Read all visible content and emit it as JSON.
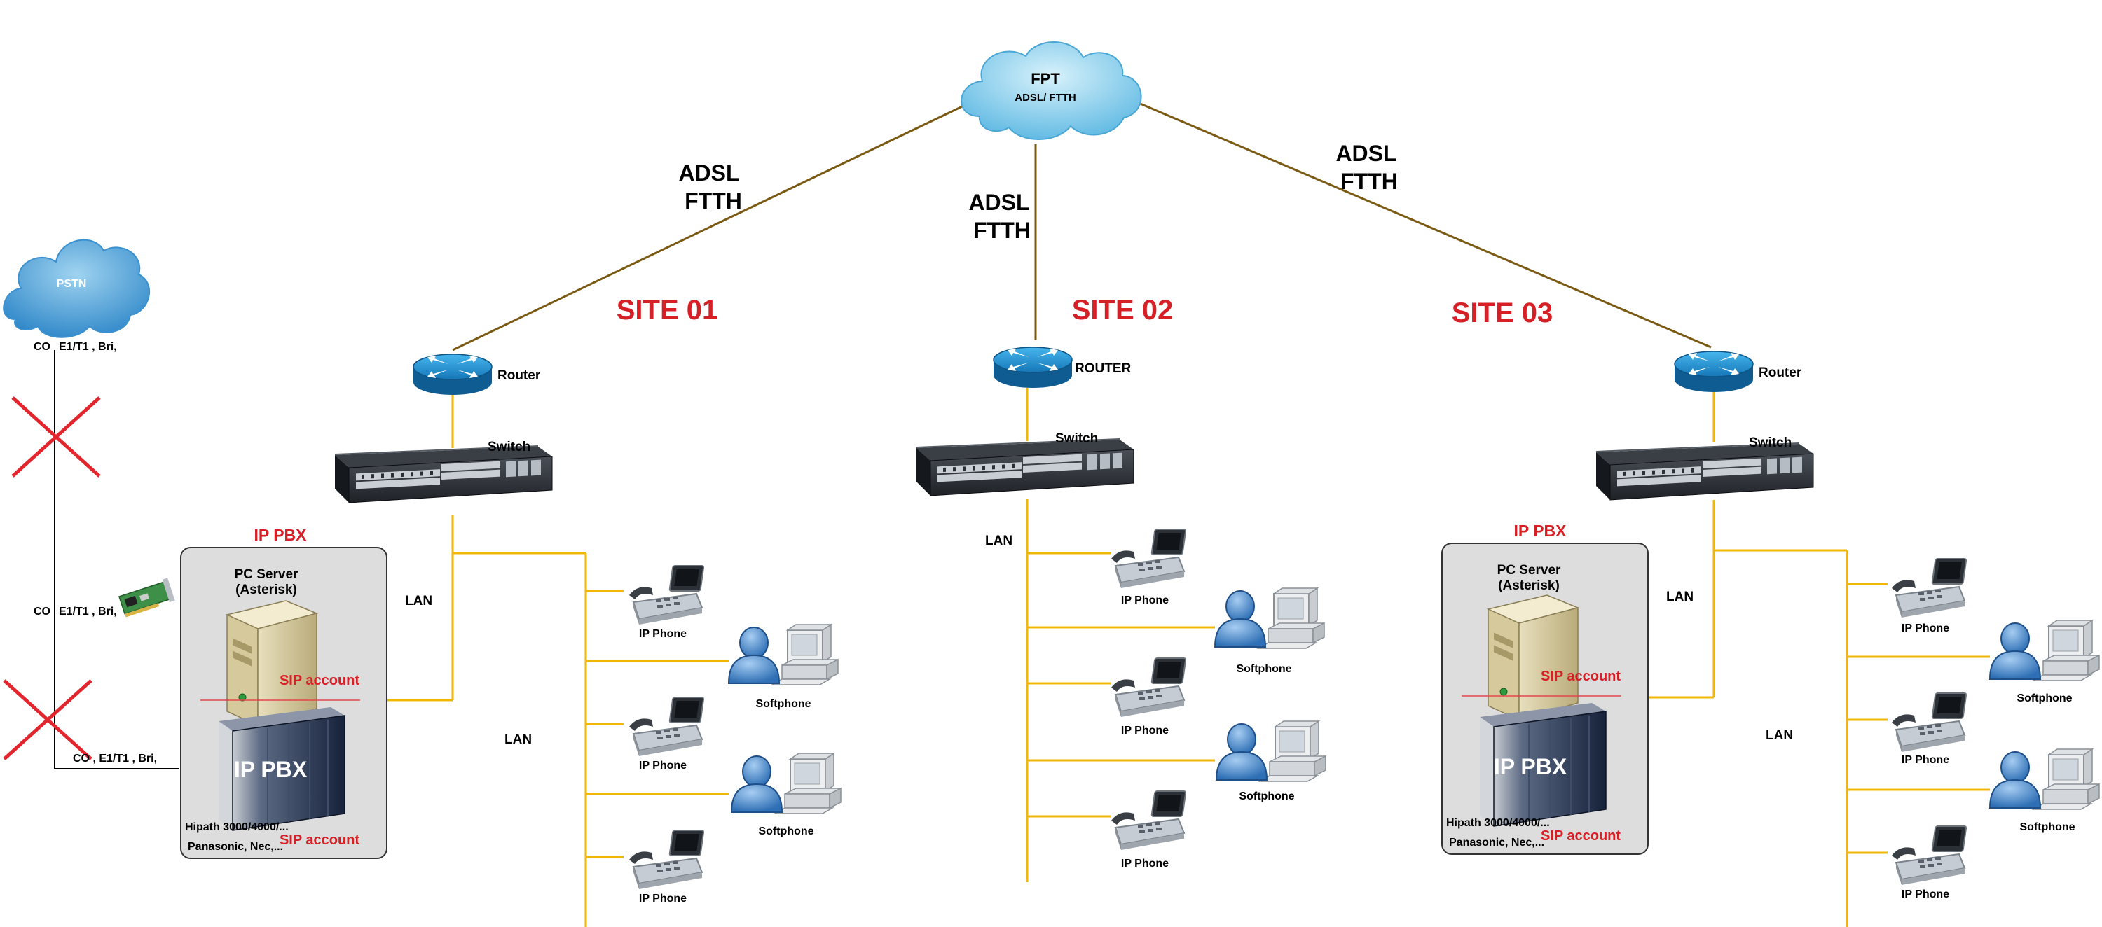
{
  "cloud_main": {
    "title": "FPT",
    "subtitle": "ADSL/ FTTH"
  },
  "cloud_pstn": {
    "label": "PSTN"
  },
  "links": {
    "left": [
      "ADSL",
      "FTTH"
    ],
    "center": [
      "ADSL",
      "FTTH"
    ],
    "right": [
      "ADSL",
      "FTTH"
    ]
  },
  "sites": [
    {
      "title": "SITE 01",
      "router_label": "Router",
      "switch_label": "Switch"
    },
    {
      "title": "SITE 02",
      "router_label": "ROUTER",
      "switch_label": "Switch"
    },
    {
      "title": "SITE 03",
      "router_label": "Router",
      "switch_label": "Switch"
    }
  ],
  "pstn_lines": {
    "top": {
      "co": "CO",
      "trunk": "E1/T1 , Bri,"
    },
    "middle": {
      "co": "CO",
      "trunk": "E1/T1 , Bri,"
    },
    "bottom": {
      "text": "CO , E1/T1 , Bri,"
    }
  },
  "pbx_boxes": [
    {
      "title": "IP PBX",
      "server_label_1": "PC Server",
      "server_label_2": "(Asterisk)",
      "sip_top": "SIP account",
      "pbx_text": "IP PBX",
      "model_1": "Hipath 3000/4000/...",
      "model_2": "Panasonic, Nec,...",
      "sip_bottom": "SIP account"
    },
    {
      "title": "IP PBX",
      "server_label_1": "PC Server",
      "server_label_2": "(Asterisk)",
      "sip_top": "SIP account",
      "pbx_text": "IP PBX",
      "model_1": "Hipath 3000/4000/...",
      "model_2": "Panasonic, Nec,...",
      "sip_bottom": "SIP account"
    }
  ],
  "lan_labels": {
    "site1_a": "LAN",
    "site1_b": "LAN",
    "site2_a": "LAN",
    "site3_a": "LAN",
    "site3_b": "LAN"
  },
  "endpoints": {
    "ip_phone": "IP Phone",
    "softphone": "Softphone"
  },
  "colors": {
    "wan_line": "#7a5a12",
    "lan_line": "#f2b705",
    "site_title": "#d71f26",
    "cloud_fill": "#8fd1ee",
    "router_fill": "#1f84c4",
    "pbx_box": "#dddddd"
  }
}
